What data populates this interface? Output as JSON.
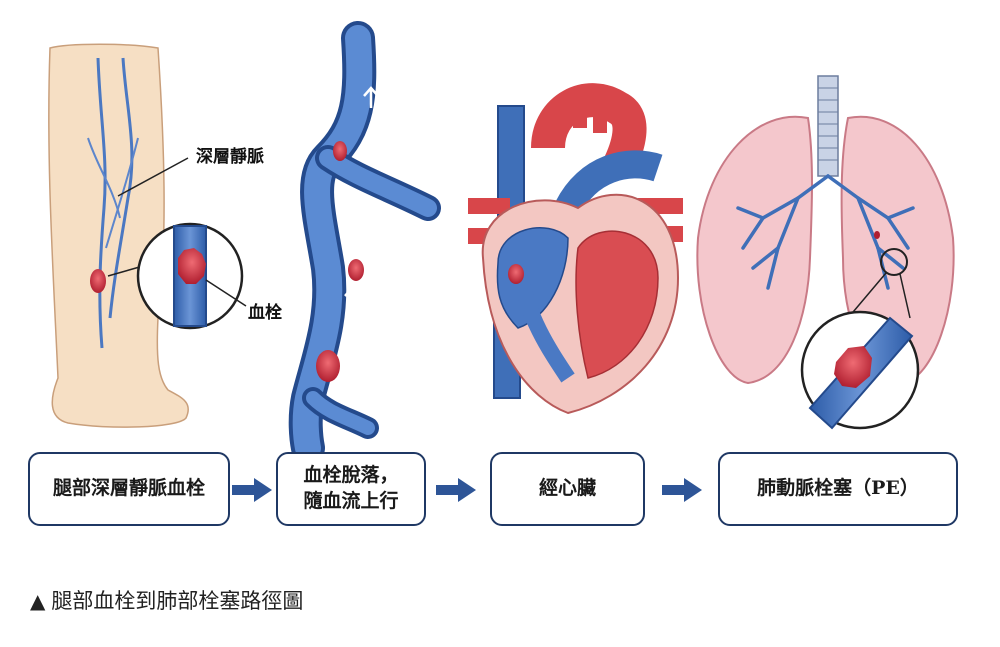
{
  "labels": {
    "deep_vein": "深層靜脈",
    "clot": "血栓"
  },
  "steps": [
    {
      "text": "腿部深層靜脈血栓"
    },
    {
      "text": "血栓脫落，\n隨血流上行"
    },
    {
      "text": "經心臟"
    },
    {
      "text": "肺動脈栓塞（PE）"
    }
  ],
  "caption": {
    "mark": "▲",
    "text": "腿部血栓到肺部栓塞路徑圖"
  },
  "colors": {
    "vein_blue": "#3f6fb8",
    "artery_red": "#d8464a",
    "clot_red": "#c7283a",
    "skin": "#f6dfc4",
    "lung_pink": "#f4c7cc",
    "box_border": "#1f3864",
    "arrow_blue": "#2e5597"
  },
  "icons": [
    "leg-illustration",
    "vein-illustration",
    "heart-illustration",
    "lungs-illustration",
    "magnifier-icon",
    "right-arrow-icon"
  ]
}
